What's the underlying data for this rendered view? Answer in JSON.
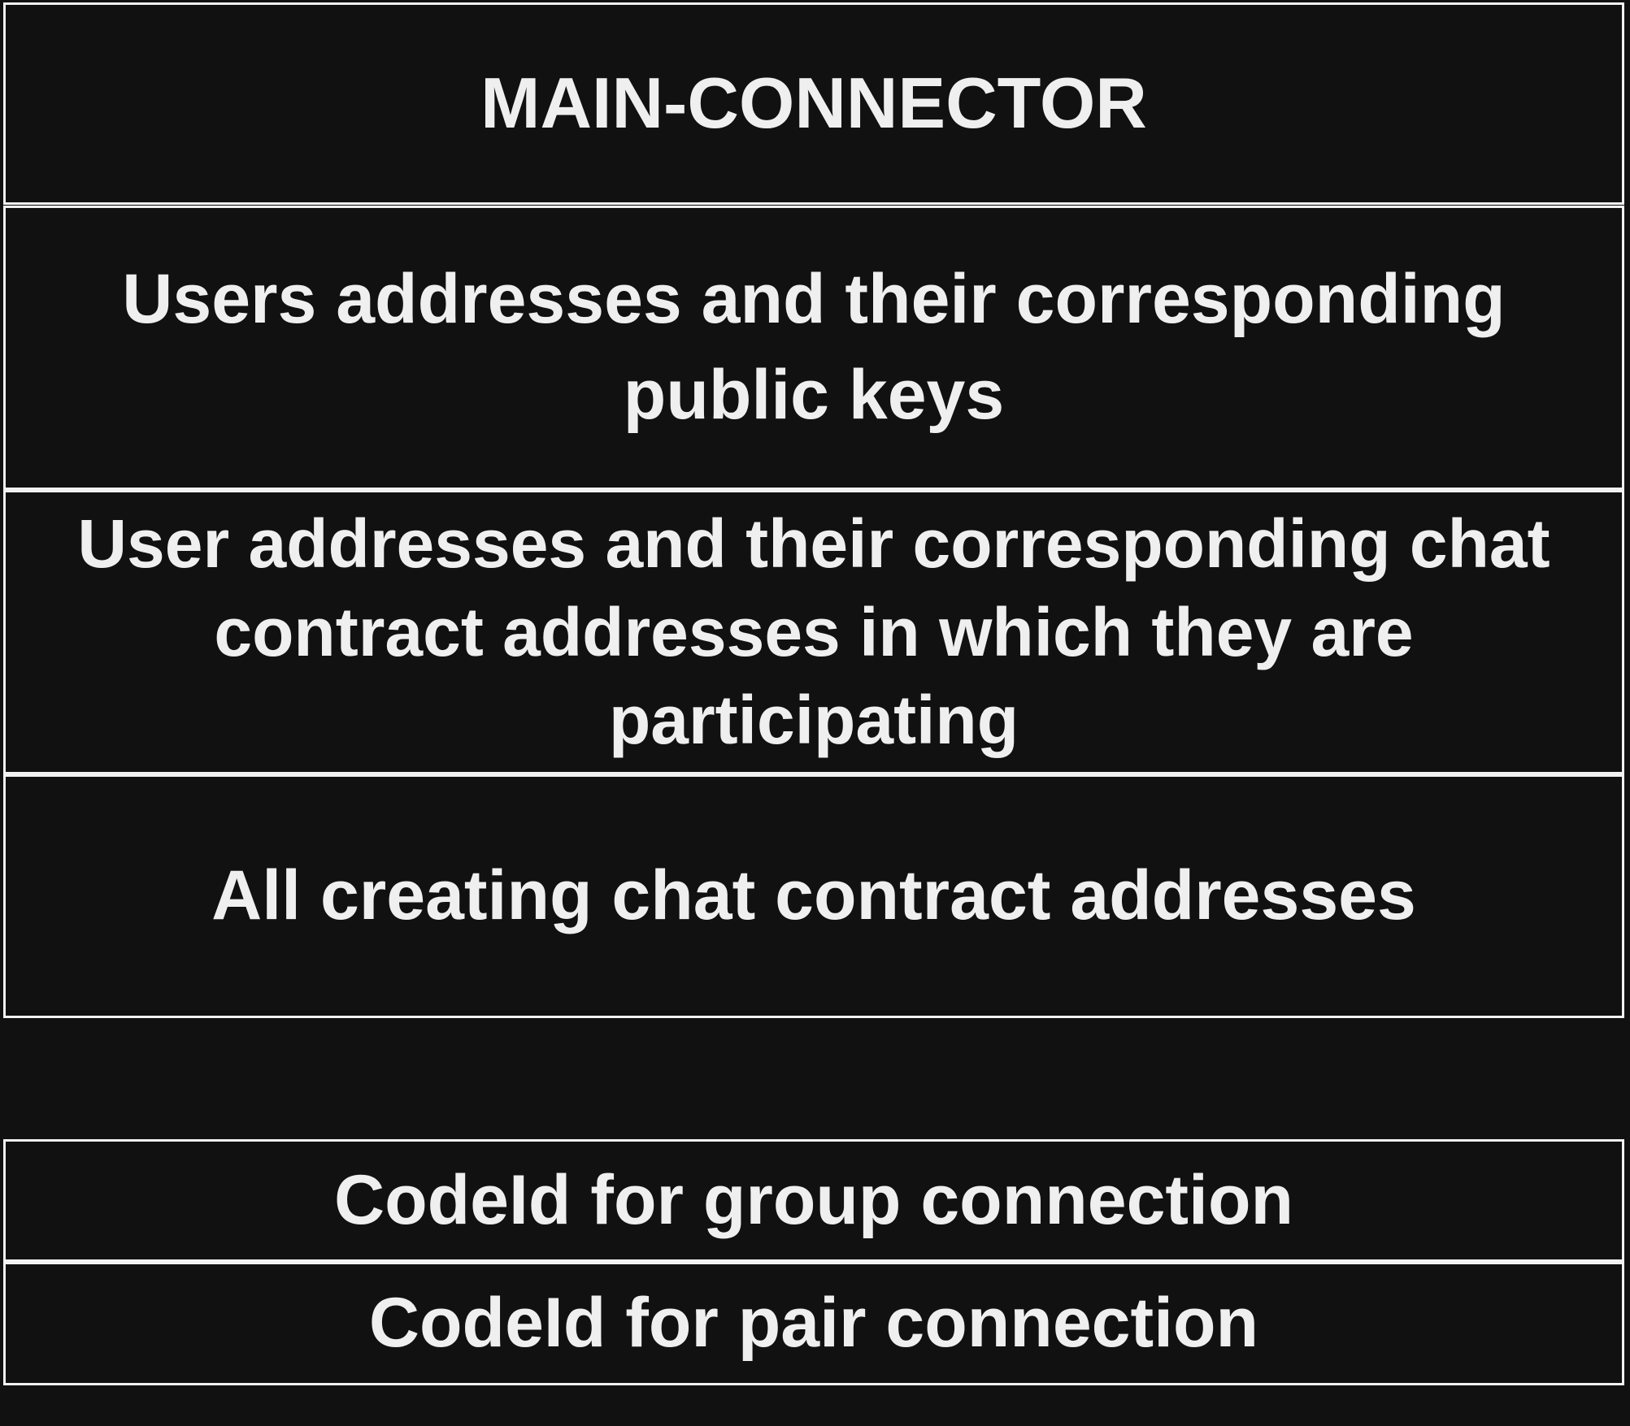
{
  "stack": {
    "title": "MAIN-CONNECTOR",
    "rows": [
      "Users addresses and their corresponding public keys",
      "User addresses and their corresponding chat contract addresses in which they are participating",
      "All creating chat contract addresses"
    ],
    "code_ids": [
      "CodeId for group connection",
      "CodeId for pair connection"
    ]
  },
  "colors": {
    "background": "#111111",
    "border": "#f2f2f2",
    "text": "#efefef"
  }
}
